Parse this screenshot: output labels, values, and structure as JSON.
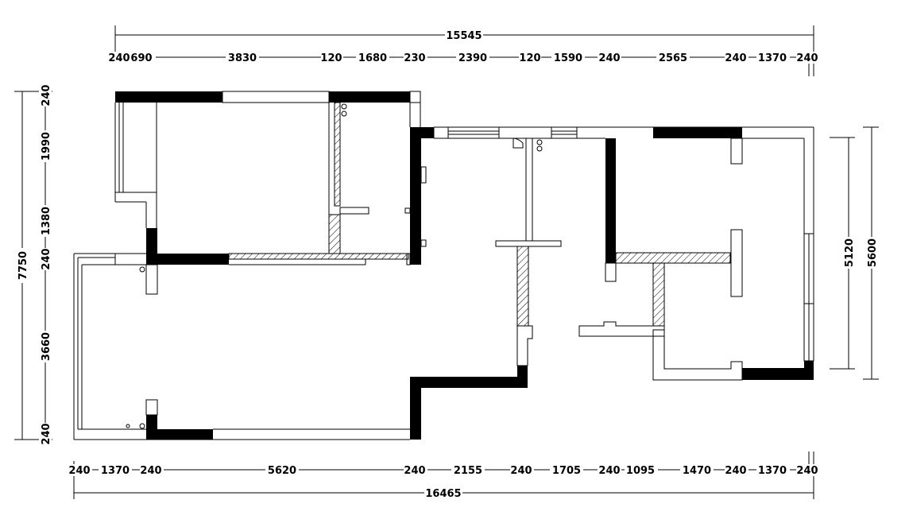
{
  "plan": {
    "top_total": "15545",
    "bottom_total": "16465",
    "top_segments": [
      "240",
      "690",
      "3830",
      "120",
      "1680",
      "230",
      "2390",
      "120",
      "1590",
      "240",
      "2565",
      "240",
      "1370",
      "240"
    ],
    "bottom_segments": [
      "240",
      "1370",
      "240",
      "5620",
      "240",
      "2155",
      "240",
      "1705",
      "240",
      "1095",
      "1470",
      "240",
      "1370",
      "240"
    ],
    "left_total": "7750",
    "left_segments": [
      "240",
      "1990",
      "1380",
      "240",
      "3660",
      "240"
    ],
    "right_inner": "5120",
    "right_outer": "5600"
  },
  "colors": {
    "line": "#000000",
    "wall_fill": "#000000",
    "background": "#ffffff"
  }
}
